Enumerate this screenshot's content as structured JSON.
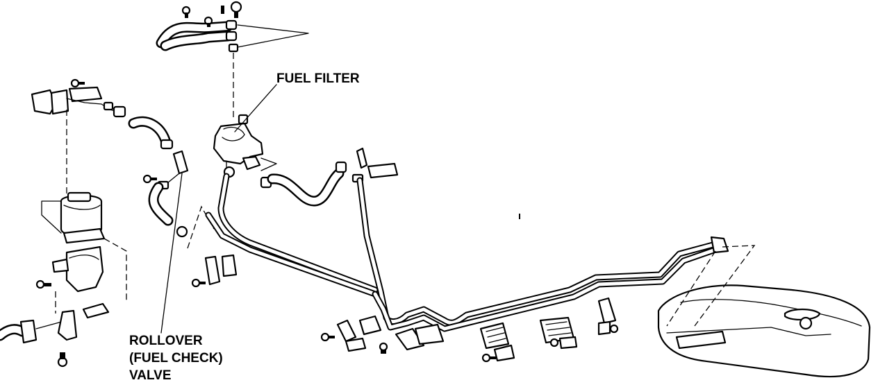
{
  "labels": {
    "fuel_filter": "FUEL FILTER",
    "rollover_line1": "ROLLOVER",
    "rollover_line2": "(FUEL CHECK)",
    "rollover_line3": "VALVE"
  }
}
